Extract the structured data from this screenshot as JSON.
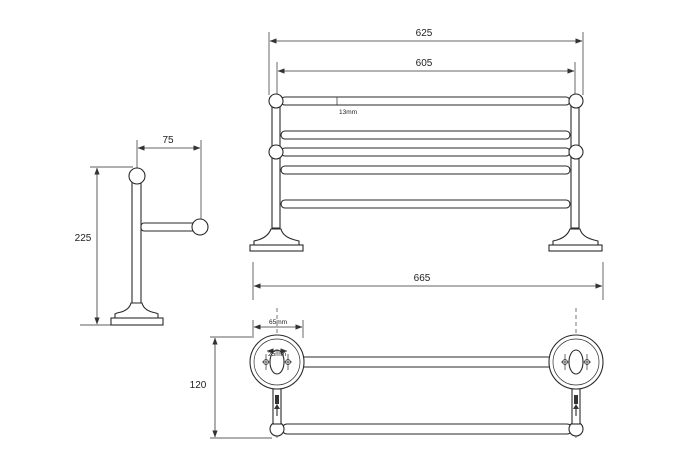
{
  "dimensions": {
    "front_overall_width": "625",
    "front_inner_width": "605",
    "tube_diameter": "13mm",
    "side_projection": "75",
    "side_height": "225",
    "plan_overall_width": "665",
    "plan_depth": "120",
    "flange_diameter": "65mm",
    "fixing_centres": "25mm"
  }
}
